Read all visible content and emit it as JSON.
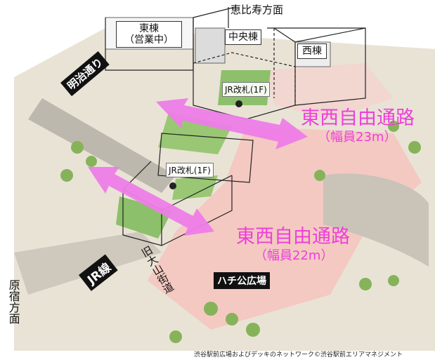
{
  "labels": {
    "ebisu": "恵比寿方面",
    "east_building": "東棟",
    "east_building_status": "（営業中）",
    "central_building": "中央棟",
    "west_building": "西棟",
    "meiji_dori": "明治通り",
    "jr_gate_upper": "JR改札(1F)",
    "jr_gate_lower": "JR改札(1F)",
    "passage_north": "東西自由通路",
    "passage_north_width": "（幅員23m）",
    "passage_south": "東西自由通路",
    "passage_south_width": "（幅員22m）",
    "jr_line": "JR線",
    "old_yamate": "旧大山街道",
    "hachiko": "ハチ公広場",
    "harajuku": "原宿方面",
    "credit": "渋谷駅前広場およびデッキのネットワーク©渋谷駅前エリアマネジメント"
  },
  "colors": {
    "arrow": "#ee7de8",
    "passage_text": "#ee3fd8",
    "plaza": "#f4c9c2",
    "greenery": "#8cc06a"
  }
}
